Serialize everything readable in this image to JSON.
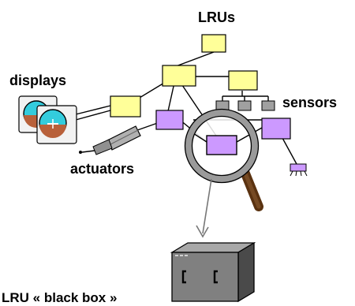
{
  "labels": {
    "lrus": "LRUs",
    "displays": "displays",
    "sensors": "sensors",
    "actuators": "actuators",
    "black_box": "LRU « black box »"
  },
  "colors": {
    "yellow_node": "#ffff99",
    "purple_node": "#cc99ff",
    "sensor_gray": "#a0a0a0",
    "gauge_cyan": "#33ccdd",
    "gauge_brown": "#b8603a",
    "box_gray": "#808080",
    "lens_gray": "#9a9a9a",
    "handle_brown": "#5a3210"
  },
  "icons": [
    "display-gauge-icon",
    "actuator-icon",
    "sensor-icon",
    "magnifying-glass-icon",
    "black-box-icon"
  ]
}
